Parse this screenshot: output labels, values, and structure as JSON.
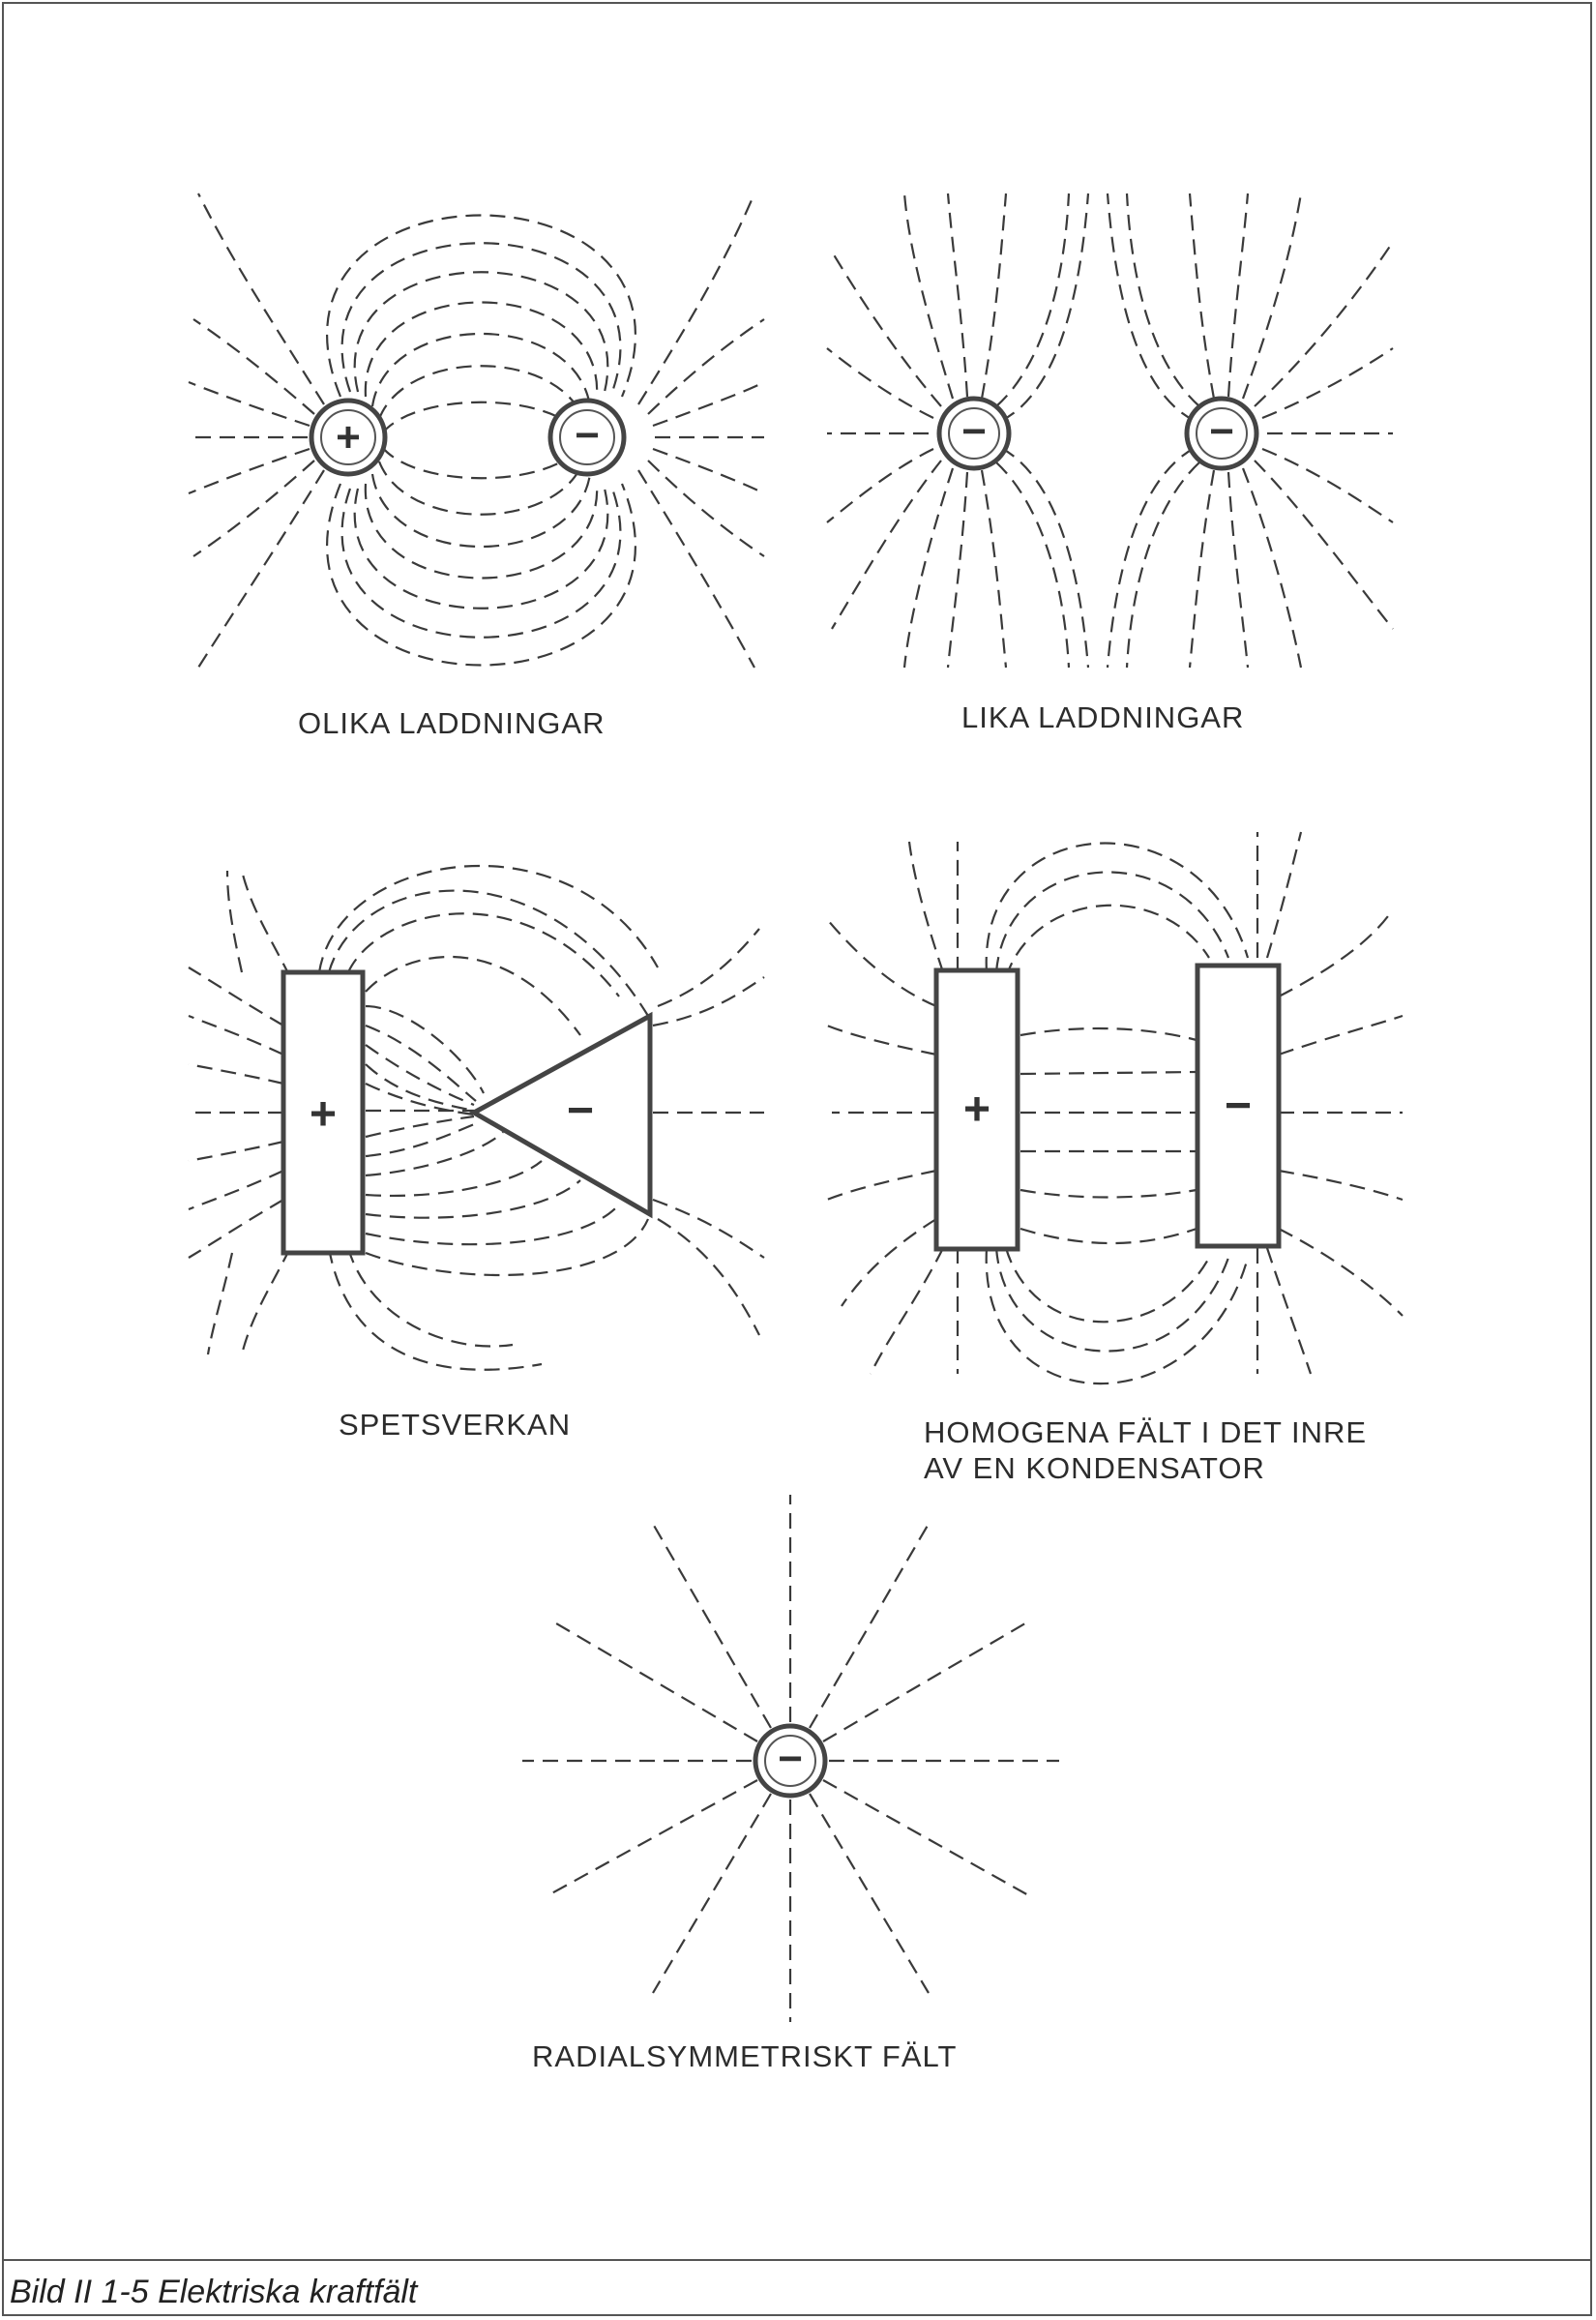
{
  "figure": {
    "panels": [
      {
        "id": "olika",
        "label": "OLIKA LADDNINGAR",
        "symbols": [
          "+",
          "−"
        ]
      },
      {
        "id": "lika",
        "label": "LIKA LADDNINGAR",
        "symbols": [
          "−",
          "−"
        ]
      },
      {
        "id": "spets",
        "label": "SPETSVERKAN",
        "symbols": [
          "+",
          "−"
        ]
      },
      {
        "id": "homogena",
        "label_line1": "HOMOGENA FÄLT I DET INRE",
        "label_line2": "AV EN KONDENSATOR",
        "symbols": [
          "+",
          "−"
        ]
      },
      {
        "id": "radial",
        "label": "RADIALSYMMETRISKT FÄLT",
        "symbols": [
          "−"
        ]
      }
    ],
    "caption": "Bild II 1-5 Elektriska kraftfält",
    "line_color": "#3a3a3a"
  }
}
